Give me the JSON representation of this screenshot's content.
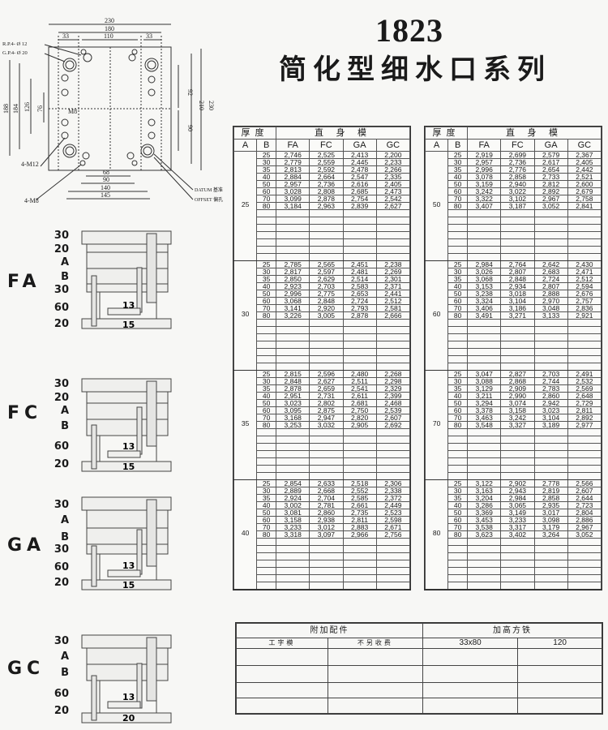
{
  "header": {
    "model_number": "1823",
    "series_title": "简化型细水口系列"
  },
  "plan_diagram": {
    "dims_top": [
      "230",
      "180",
      "33",
      "110",
      "33"
    ],
    "dims_bottom": [
      "68",
      "90",
      "140",
      "145"
    ],
    "dims_left": [
      "188",
      "184",
      "126",
      "76"
    ],
    "dims_right": [
      "92",
      "90",
      "210",
      "230"
    ],
    "callouts": {
      "rp": "R.P.4- Ø 12",
      "gp": "G.P.4- Ø 20",
      "m8_center": "M8",
      "m12": "4-M12",
      "m8": "4-M8",
      "datum": "DATUM 基准",
      "offset": "OFFSET 偏孔"
    }
  },
  "section_diagrams": [
    {
      "type": "FA",
      "dims": [
        "30",
        "20",
        "A",
        "B",
        "30",
        "60",
        "20"
      ],
      "inner": [
        "13",
        "15"
      ]
    },
    {
      "type": "FC",
      "dims": [
        "30",
        "20",
        "A",
        "B",
        "60",
        "20"
      ],
      "inner": [
        "13",
        "15"
      ]
    },
    {
      "type": "GA",
      "dims": [
        "30",
        "A",
        "B",
        "30",
        "60",
        "20"
      ],
      "inner": [
        "13",
        "15"
      ]
    },
    {
      "type": "GC",
      "dims": [
        "30",
        "A",
        "B",
        "60",
        "20"
      ],
      "inner": [
        "13",
        "20"
      ]
    }
  ],
  "table_headers": {
    "thickness": "厚度",
    "straight_body_mold": "直 身 模",
    "col_a": "A",
    "col_b": "B",
    "col_fa": "FA",
    "col_fc": "FC",
    "col_ga": "GA",
    "col_gc": "GC"
  },
  "chart_data": {
    "type": "table",
    "title": "1823 简化型细水口系列",
    "columns": [
      "A",
      "B",
      "FA",
      "FC",
      "GA",
      "GC"
    ],
    "left_table": [
      {
        "A": "25",
        "rows": [
          [
            "25",
            "2,746",
            "2,525",
            "2,413",
            "2,200"
          ],
          [
            "30",
            "2,779",
            "2,559",
            "2,445",
            "2,233"
          ],
          [
            "35",
            "2,813",
            "2,592",
            "2,478",
            "2,266"
          ],
          [
            "40",
            "2,884",
            "2,664",
            "2,547",
            "2,335"
          ],
          [
            "50",
            "2,957",
            "2,736",
            "2,616",
            "2,405"
          ],
          [
            "60",
            "3,028",
            "2,808",
            "2,685",
            "2,473"
          ],
          [
            "70",
            "3,099",
            "2,878",
            "2,754",
            "2,542"
          ],
          [
            "80",
            "3,184",
            "2,963",
            "2,839",
            "2,627"
          ]
        ]
      },
      {
        "A": "30",
        "rows": [
          [
            "25",
            "2,785",
            "2,565",
            "2,451",
            "2,238"
          ],
          [
            "30",
            "2,817",
            "2,597",
            "2,481",
            "2,269"
          ],
          [
            "35",
            "2,850",
            "2,629",
            "2,514",
            "2,301"
          ],
          [
            "40",
            "2,923",
            "2,703",
            "2,583",
            "2,371"
          ],
          [
            "50",
            "2,996",
            "2,775",
            "2,653",
            "2,441"
          ],
          [
            "60",
            "3,068",
            "2,848",
            "2,724",
            "2,512"
          ],
          [
            "70",
            "3,141",
            "2,920",
            "2,793",
            "2,581"
          ],
          [
            "80",
            "3,226",
            "3,005",
            "2,878",
            "2,666"
          ]
        ]
      },
      {
        "A": "35",
        "rows": [
          [
            "25",
            "2,815",
            "2,596",
            "2,480",
            "2,268"
          ],
          [
            "30",
            "2,848",
            "2,627",
            "2,511",
            "2,298"
          ],
          [
            "35",
            "2,878",
            "2,659",
            "2,541",
            "2,329"
          ],
          [
            "40",
            "2,951",
            "2,731",
            "2,611",
            "2,399"
          ],
          [
            "50",
            "3,023",
            "2,802",
            "2,681",
            "2,468"
          ],
          [
            "60",
            "3,095",
            "2,875",
            "2,750",
            "2,539"
          ],
          [
            "70",
            "3,168",
            "2,947",
            "2,820",
            "2,607"
          ],
          [
            "80",
            "3,253",
            "3,032",
            "2,905",
            "2,692"
          ]
        ]
      },
      {
        "A": "40",
        "rows": [
          [
            "25",
            "2,854",
            "2,633",
            "2,518",
            "2,306"
          ],
          [
            "30",
            "2,889",
            "2,668",
            "2,552",
            "2,338"
          ],
          [
            "35",
            "2,924",
            "2,704",
            "2,585",
            "2,372"
          ],
          [
            "40",
            "3,002",
            "2,781",
            "2,661",
            "2,449"
          ],
          [
            "50",
            "3,081",
            "2,860",
            "2,735",
            "2,523"
          ],
          [
            "60",
            "3,158",
            "2,938",
            "2,811",
            "2,598"
          ],
          [
            "70",
            "3,233",
            "3,012",
            "2,883",
            "2,671"
          ],
          [
            "80",
            "3,318",
            "3,097",
            "2,966",
            "2,756"
          ]
        ]
      }
    ],
    "right_table": [
      {
        "A": "50",
        "rows": [
          [
            "25",
            "2,919",
            "2,699",
            "2,579",
            "2,367"
          ],
          [
            "30",
            "2,957",
            "2,736",
            "2,617",
            "2,405"
          ],
          [
            "35",
            "2,996",
            "2,776",
            "2,654",
            "2,442"
          ],
          [
            "40",
            "3,078",
            "2,858",
            "2,733",
            "2,521"
          ],
          [
            "50",
            "3,159",
            "2,940",
            "2,812",
            "2,600"
          ],
          [
            "60",
            "3,242",
            "3,022",
            "2,892",
            "2,679"
          ],
          [
            "70",
            "3,322",
            "3,102",
            "2,967",
            "2,758"
          ],
          [
            "80",
            "3,407",
            "3,187",
            "3,052",
            "2,841"
          ]
        ]
      },
      {
        "A": "60",
        "rows": [
          [
            "25",
            "2,984",
            "2,764",
            "2,642",
            "2,430"
          ],
          [
            "30",
            "3,026",
            "2,807",
            "2,683",
            "2,471"
          ],
          [
            "35",
            "3,068",
            "2,848",
            "2,724",
            "2,512"
          ],
          [
            "40",
            "3,153",
            "2,934",
            "2,807",
            "2,594"
          ],
          [
            "50",
            "3,238",
            "3,018",
            "2,888",
            "2,676"
          ],
          [
            "60",
            "3,324",
            "3,104",
            "2,970",
            "2,757"
          ],
          [
            "70",
            "3,406",
            "3,186",
            "3,048",
            "2,836"
          ],
          [
            "80",
            "3,491",
            "3,271",
            "3,133",
            "2,921"
          ]
        ]
      },
      {
        "A": "70",
        "rows": [
          [
            "25",
            "3,047",
            "2,827",
            "2,703",
            "2,491"
          ],
          [
            "30",
            "3,088",
            "2,868",
            "2,744",
            "2,532"
          ],
          [
            "35",
            "3,129",
            "2,909",
            "2,783",
            "2,569"
          ],
          [
            "40",
            "3,211",
            "2,990",
            "2,860",
            "2,648"
          ],
          [
            "50",
            "3,294",
            "3,074",
            "2,942",
            "2,729"
          ],
          [
            "60",
            "3,378",
            "3,158",
            "3,023",
            "2,811"
          ],
          [
            "70",
            "3,463",
            "3,242",
            "3,104",
            "2,892"
          ],
          [
            "80",
            "3,548",
            "3,327",
            "3,189",
            "2,977"
          ]
        ]
      },
      {
        "A": "80",
        "rows": [
          [
            "25",
            "3,122",
            "2,902",
            "2,778",
            "2,566"
          ],
          [
            "30",
            "3,163",
            "2,943",
            "2,819",
            "2,607"
          ],
          [
            "35",
            "3,204",
            "2,984",
            "2,858",
            "2,644"
          ],
          [
            "40",
            "3,286",
            "3,065",
            "2,935",
            "2,723"
          ],
          [
            "50",
            "3,369",
            "3,149",
            "3,017",
            "2,804"
          ],
          [
            "60",
            "3,453",
            "3,233",
            "3,098",
            "2,886"
          ],
          [
            "70",
            "3,538",
            "3,317",
            "3,179",
            "2,967"
          ],
          [
            "80",
            "3,623",
            "3,402",
            "3,264",
            "3,052"
          ]
        ]
      }
    ]
  },
  "accessories": {
    "title_left": "附加配件",
    "title_right": "加高方铁",
    "row1": [
      "工字模",
      "不另收费",
      "33x80",
      "120"
    ]
  }
}
